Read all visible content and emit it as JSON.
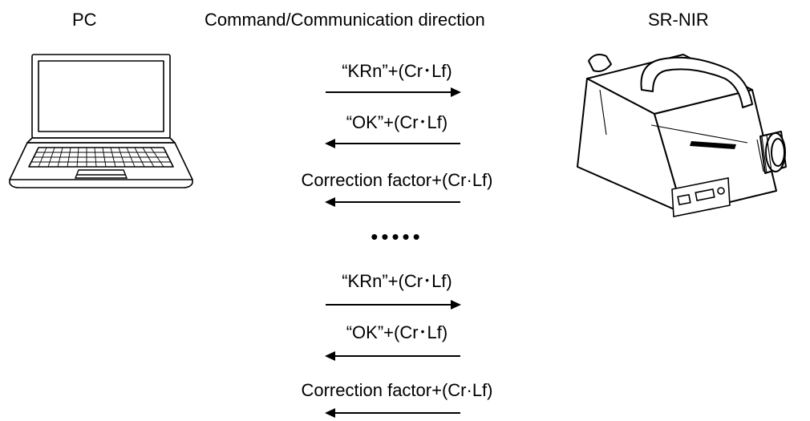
{
  "headers": {
    "pc": "PC",
    "direction": "Command/Communication direction",
    "device": "SR-NIR"
  },
  "messages": [
    {
      "text": "“KRn”+(Cr･Lf)",
      "direction": "right"
    },
    {
      "text": "“OK”+(Cr･Lf)",
      "direction": "left"
    },
    {
      "text": "Correction factor+(Cr·Lf)",
      "direction": "left"
    },
    {
      "text": "“KRn”+(Cr･Lf)",
      "direction": "right"
    },
    {
      "text": "“OK”+(Cr･Lf)",
      "direction": "left"
    },
    {
      "text": "Correction factor+(Cr·Lf)",
      "direction": "left"
    }
  ],
  "ellipsis": "•••••",
  "icons": {
    "pc": "laptop-icon",
    "device": "spectroradiometer-icon"
  }
}
